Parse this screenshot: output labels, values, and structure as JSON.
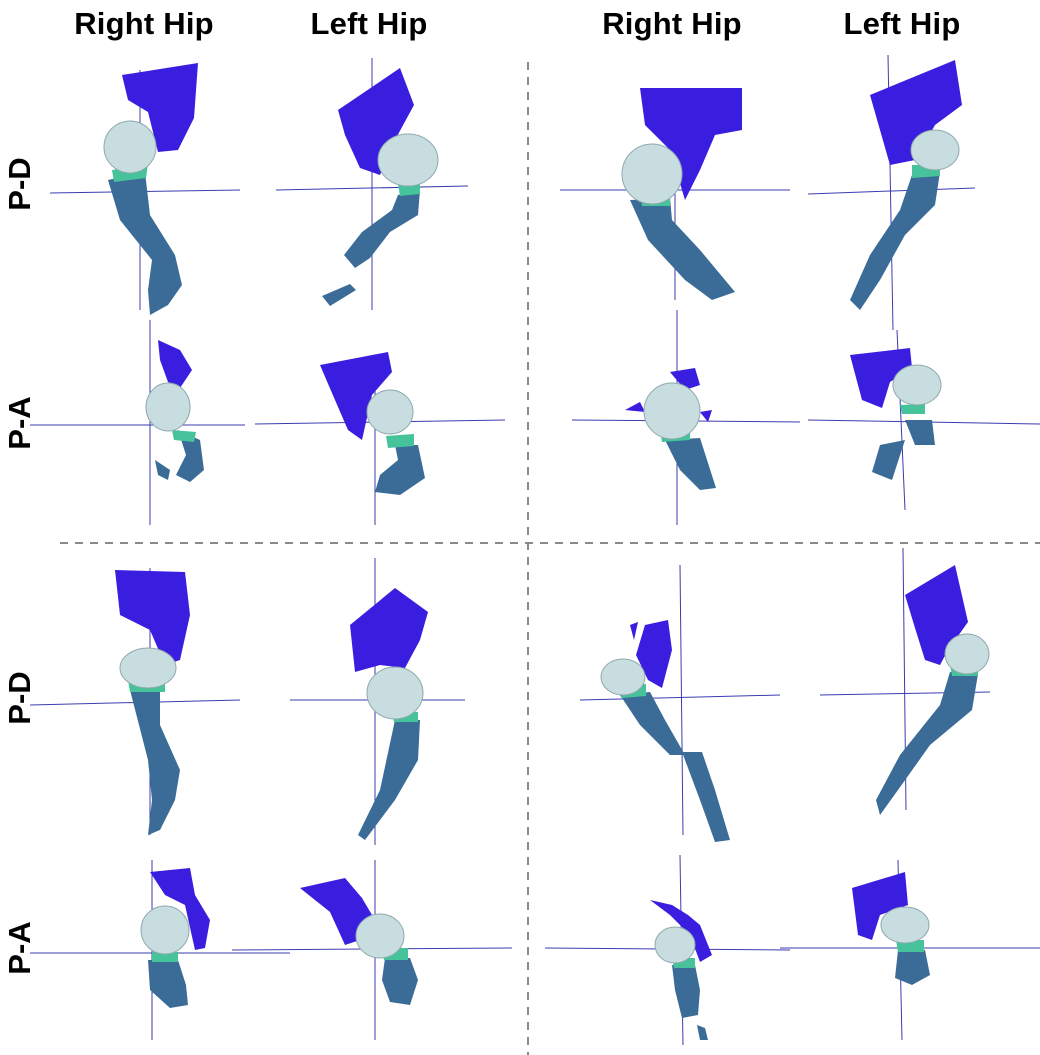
{
  "column_headers": [
    "Right Hip",
    "Left Hip",
    "Right Hip",
    "Left Hip"
  ],
  "row_labels": [
    "P-D",
    "P-A",
    "P-D",
    "P-A"
  ],
  "colors": {
    "pelvis": "#3a1ee0",
    "femoral_head": "#c7dde0",
    "cartilage": "#46c39a",
    "femur": "#3b6c98",
    "axis_line": "#3b3bb0",
    "divider": "#8a8a8a"
  }
}
